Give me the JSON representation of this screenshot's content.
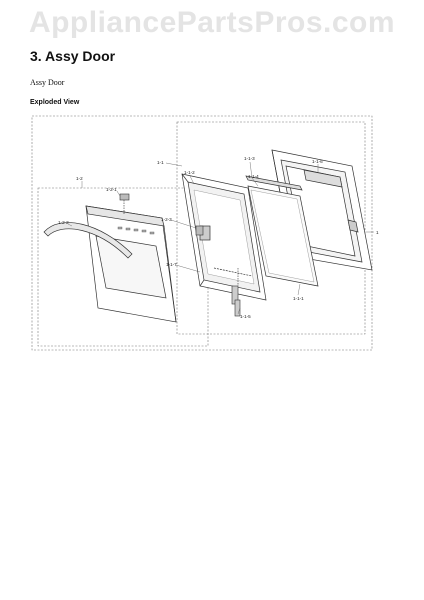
{
  "watermark": "AppliancePartsPros.com",
  "section_title": "3.  Assy Door",
  "sub_title": "Assy Door",
  "view_title": "Exploded View",
  "part_labels": {
    "main": "1",
    "l_1_1": "1-1",
    "l_1_2": "1-2",
    "l_1_1_2": "1-1-2",
    "l_1_1_3": "1-1-3",
    "l_1_1_4": "1-1-4",
    "l_1_1_5": "1-1-5",
    "l_1_1_6": "1-1-6",
    "l_1_1_1": "1-1-1",
    "l_1_2_1": "1-2-1",
    "l_1_2_2": "1-2-2",
    "l_1_2_3": "1-2-3",
    "l_1_1_7": "1-1-7"
  }
}
